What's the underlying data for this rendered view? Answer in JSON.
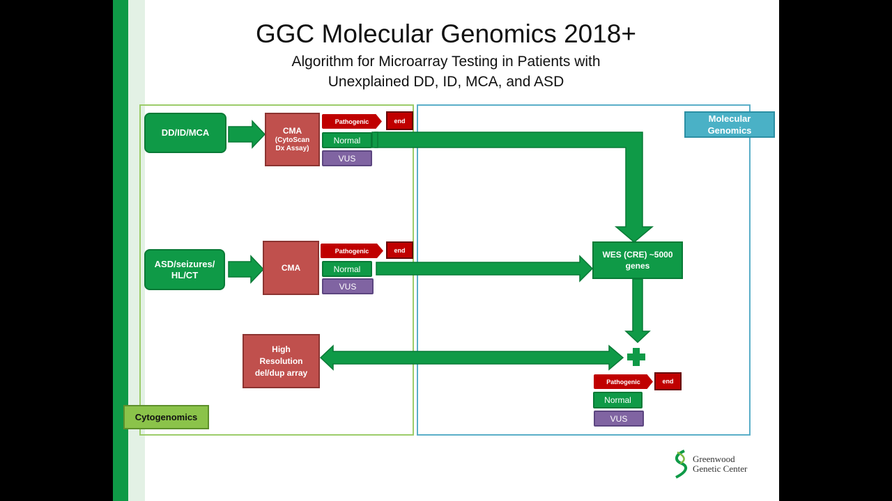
{
  "title": "GGC Molecular Genomics 2018+",
  "subtitle_line1": "Algorithm for Microarray Testing in Patients with",
  "subtitle_line2": "Unexplained DD, ID, MCA, and ASD",
  "regions": {
    "cytogenomics_label": "Cytogenomics",
    "molecular_label_line1": "Molecular",
    "molecular_label_line2": "Genomics"
  },
  "row1": {
    "entry": "DD/ID/MCA",
    "test_line1": "CMA",
    "test_line2": "(CytoScan",
    "test_line3": "Dx Assay)",
    "pathogenic": "Pathogenic",
    "end": "end",
    "normal": "Normal",
    "vus": "VUS"
  },
  "row2": {
    "entry_line1": "ASD/seizures/",
    "entry_line2": "HL/CT",
    "test": "CMA",
    "pathogenic": "Pathogenic",
    "end": "end",
    "normal": "Normal",
    "vus": "VUS"
  },
  "wes": {
    "label_line1": "WES (CRE) ~5000",
    "label_line2": "genes"
  },
  "high_res": {
    "line1": "High",
    "line2": "Resolution",
    "line3": "del/dup array"
  },
  "row3": {
    "pathogenic": "Pathogenic",
    "end": "end",
    "normal": "Normal",
    "vus": "VUS"
  },
  "logo": {
    "line1": "Greenwood",
    "line2": "Genetic Center"
  },
  "colors": {
    "green": "#0f9a47",
    "red_box": "#c0504d",
    "pathogenic": "#c00000",
    "vus": "#8064a2",
    "cyto_region": "#9ccc6a",
    "mol_region": "#5aaec8"
  }
}
